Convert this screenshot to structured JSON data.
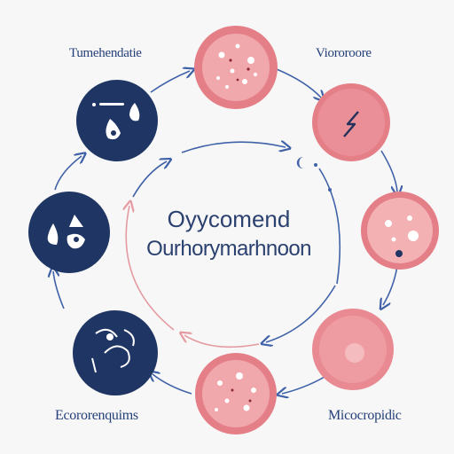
{
  "diagram": {
    "center": {
      "line1": "Oyycomend",
      "line2": "Ourhorymarhnoon"
    },
    "corner_labels": {
      "top_left": "Tumehendatie",
      "top_right": "Viororoore",
      "bottom_left": "Ecororenquims",
      "bottom_right": "Micocropidic"
    },
    "colors": {
      "navy": "#1f3563",
      "pink": "#e47f88",
      "pink_light": "#f0a8ac",
      "arrow_blue": "#3f62a8",
      "arrow_pink": "#e49aa0"
    },
    "nodes": [
      {
        "id": "node-top",
        "tone": "pink",
        "icon": "dotted-cell-icon"
      },
      {
        "id": "node-upper-right",
        "tone": "pink",
        "icon": "lightning-icon"
      },
      {
        "id": "node-right",
        "tone": "pink",
        "icon": "spotted-cell-icon"
      },
      {
        "id": "node-lower-right",
        "tone": "pink",
        "icon": "blank-cell-icon"
      },
      {
        "id": "node-bottom",
        "tone": "pink",
        "icon": "dotted-cell-icon"
      },
      {
        "id": "node-lower-left",
        "tone": "navy",
        "icon": "swirl-icon"
      },
      {
        "id": "node-left",
        "tone": "navy",
        "icon": "droplet-face-icon"
      },
      {
        "id": "node-upper-left",
        "tone": "navy",
        "icon": "droplet-icon"
      }
    ]
  }
}
